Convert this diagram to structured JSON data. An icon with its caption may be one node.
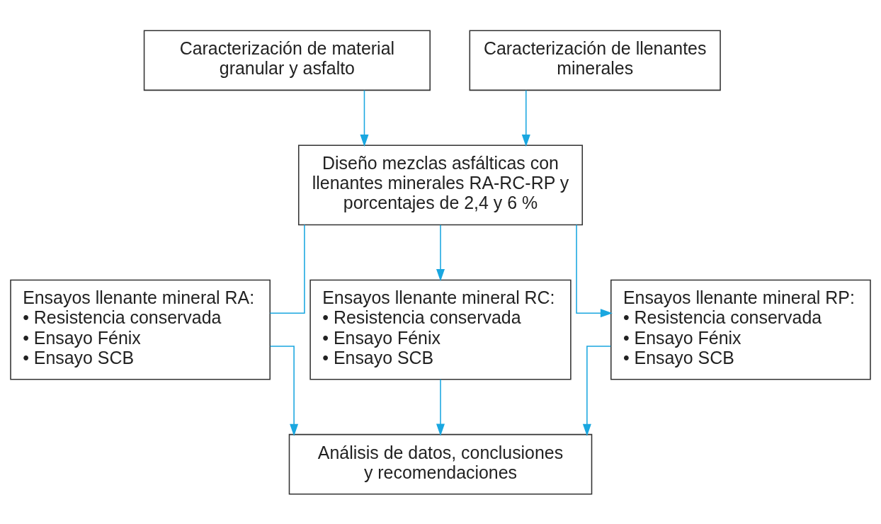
{
  "diagram": {
    "nodes": [
      {
        "text": [
          "Caracterización de material granular y asfalto"
        ]
      },
      {
        "text": [
          "Caracterización de llenantes minerales"
        ]
      },
      {
        "text": [
          "Diseño mezclas asfálticas con llenantes minerales RA-RC-RP y porcentajes de 2,4 y 6 %"
        ]
      },
      {
        "text": [
          "Ensayos llenante mineral RA:",
          "• Resistencia conservada",
          "• Ensayo Fénix",
          "• Ensayo SCB"
        ]
      },
      {
        "text": [
          "Ensayos llenante mineral RC:",
          "• Resistencia conservada",
          "• Ensayo Fénix",
          "• Ensayo SCB"
        ]
      },
      {
        "text": [
          "Ensayos llenante mineral RP:",
          "• Resistencia conservada",
          "• Ensayo Fénix",
          "• Ensayo SCB"
        ]
      },
      {
        "text": [
          "Análisis de datos, conclusiones y recomendaciones"
        ]
      }
    ],
    "edges": [
      {
        "from": 0,
        "to": 2,
        "arrow": "to"
      },
      {
        "from": 1,
        "to": 2,
        "arrow": "to"
      },
      {
        "from": 2,
        "to": 3,
        "arrow": "none"
      },
      {
        "from": 2,
        "to": 4,
        "arrow": "to"
      },
      {
        "from": 2,
        "to": 5,
        "arrow": "to"
      },
      {
        "from": 3,
        "to": 6,
        "arrow": "to"
      },
      {
        "from": 4,
        "to": 6,
        "arrow": "to"
      },
      {
        "from": 5,
        "to": 6,
        "arrow": "to"
      }
    ]
  }
}
